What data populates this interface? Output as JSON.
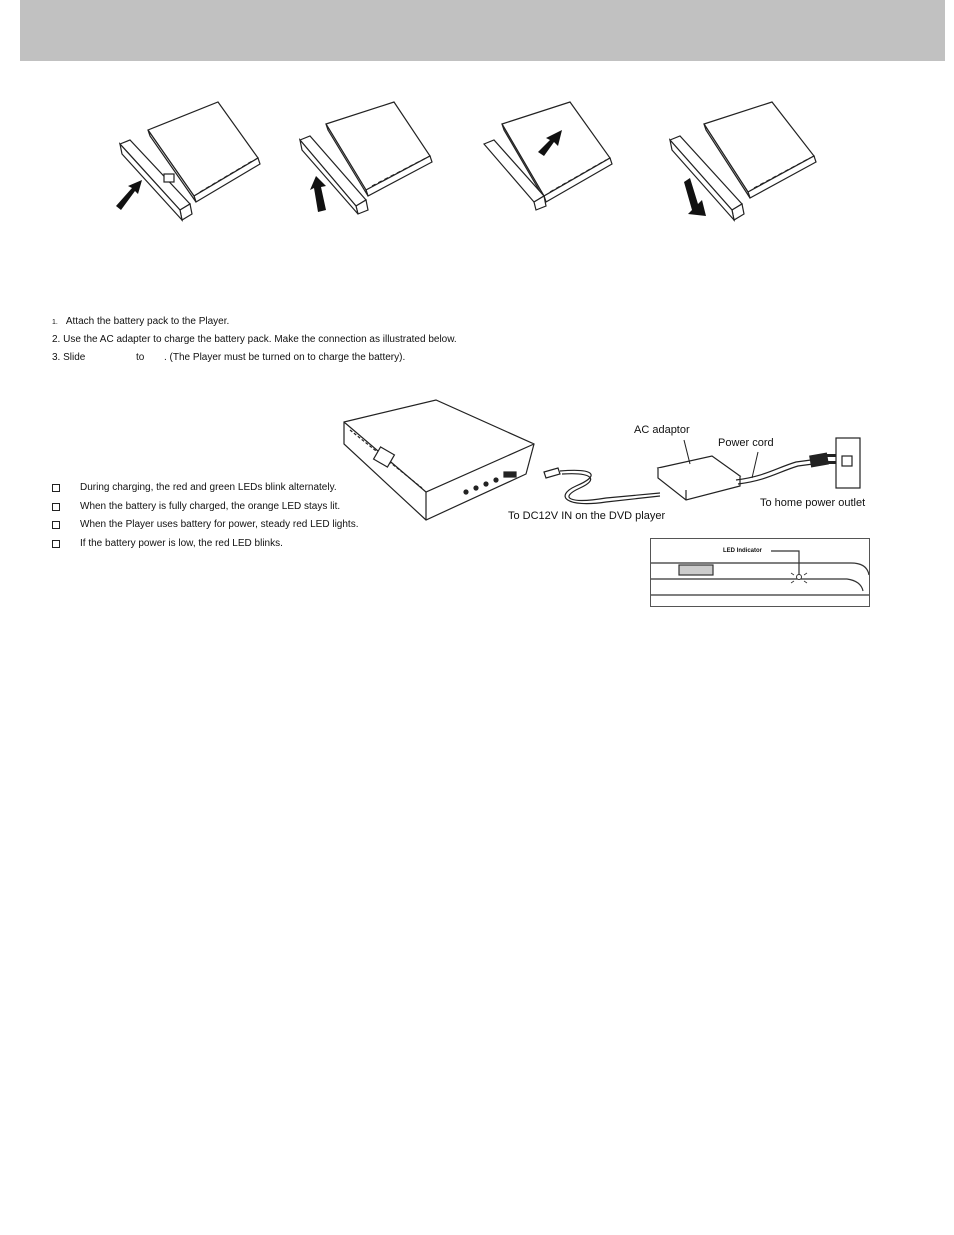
{
  "instructions": {
    "step1_num": "1.",
    "step1_text": "Attach the battery pack to the Player.",
    "step2": "2. Use the AC adapter to charge the battery pack. Make the connection as illustrated below.",
    "step3_a": "3. Slide",
    "step3_b": "to",
    "step3_c": ". (The Player must be turned on to charge the battery)."
  },
  "bullets": [
    "During charging, the red and green LEDs blink alternately.",
    "When the battery is fully charged, the orange LED stays lit.",
    "When the Player uses battery for power, steady red LED lights.",
    "If the battery power is low, the red LED blinks."
  ],
  "callouts": {
    "ac_adaptor": "AC adaptor",
    "power_cord": "Power cord",
    "dc_in": "To DC12V IN on the DVD player",
    "outlet": "To home power outlet",
    "led_indicator": "LED Indicator"
  },
  "icons": {
    "step_arrow": "arrow-icon",
    "checkbox_bullet": "checkbox-icon"
  }
}
